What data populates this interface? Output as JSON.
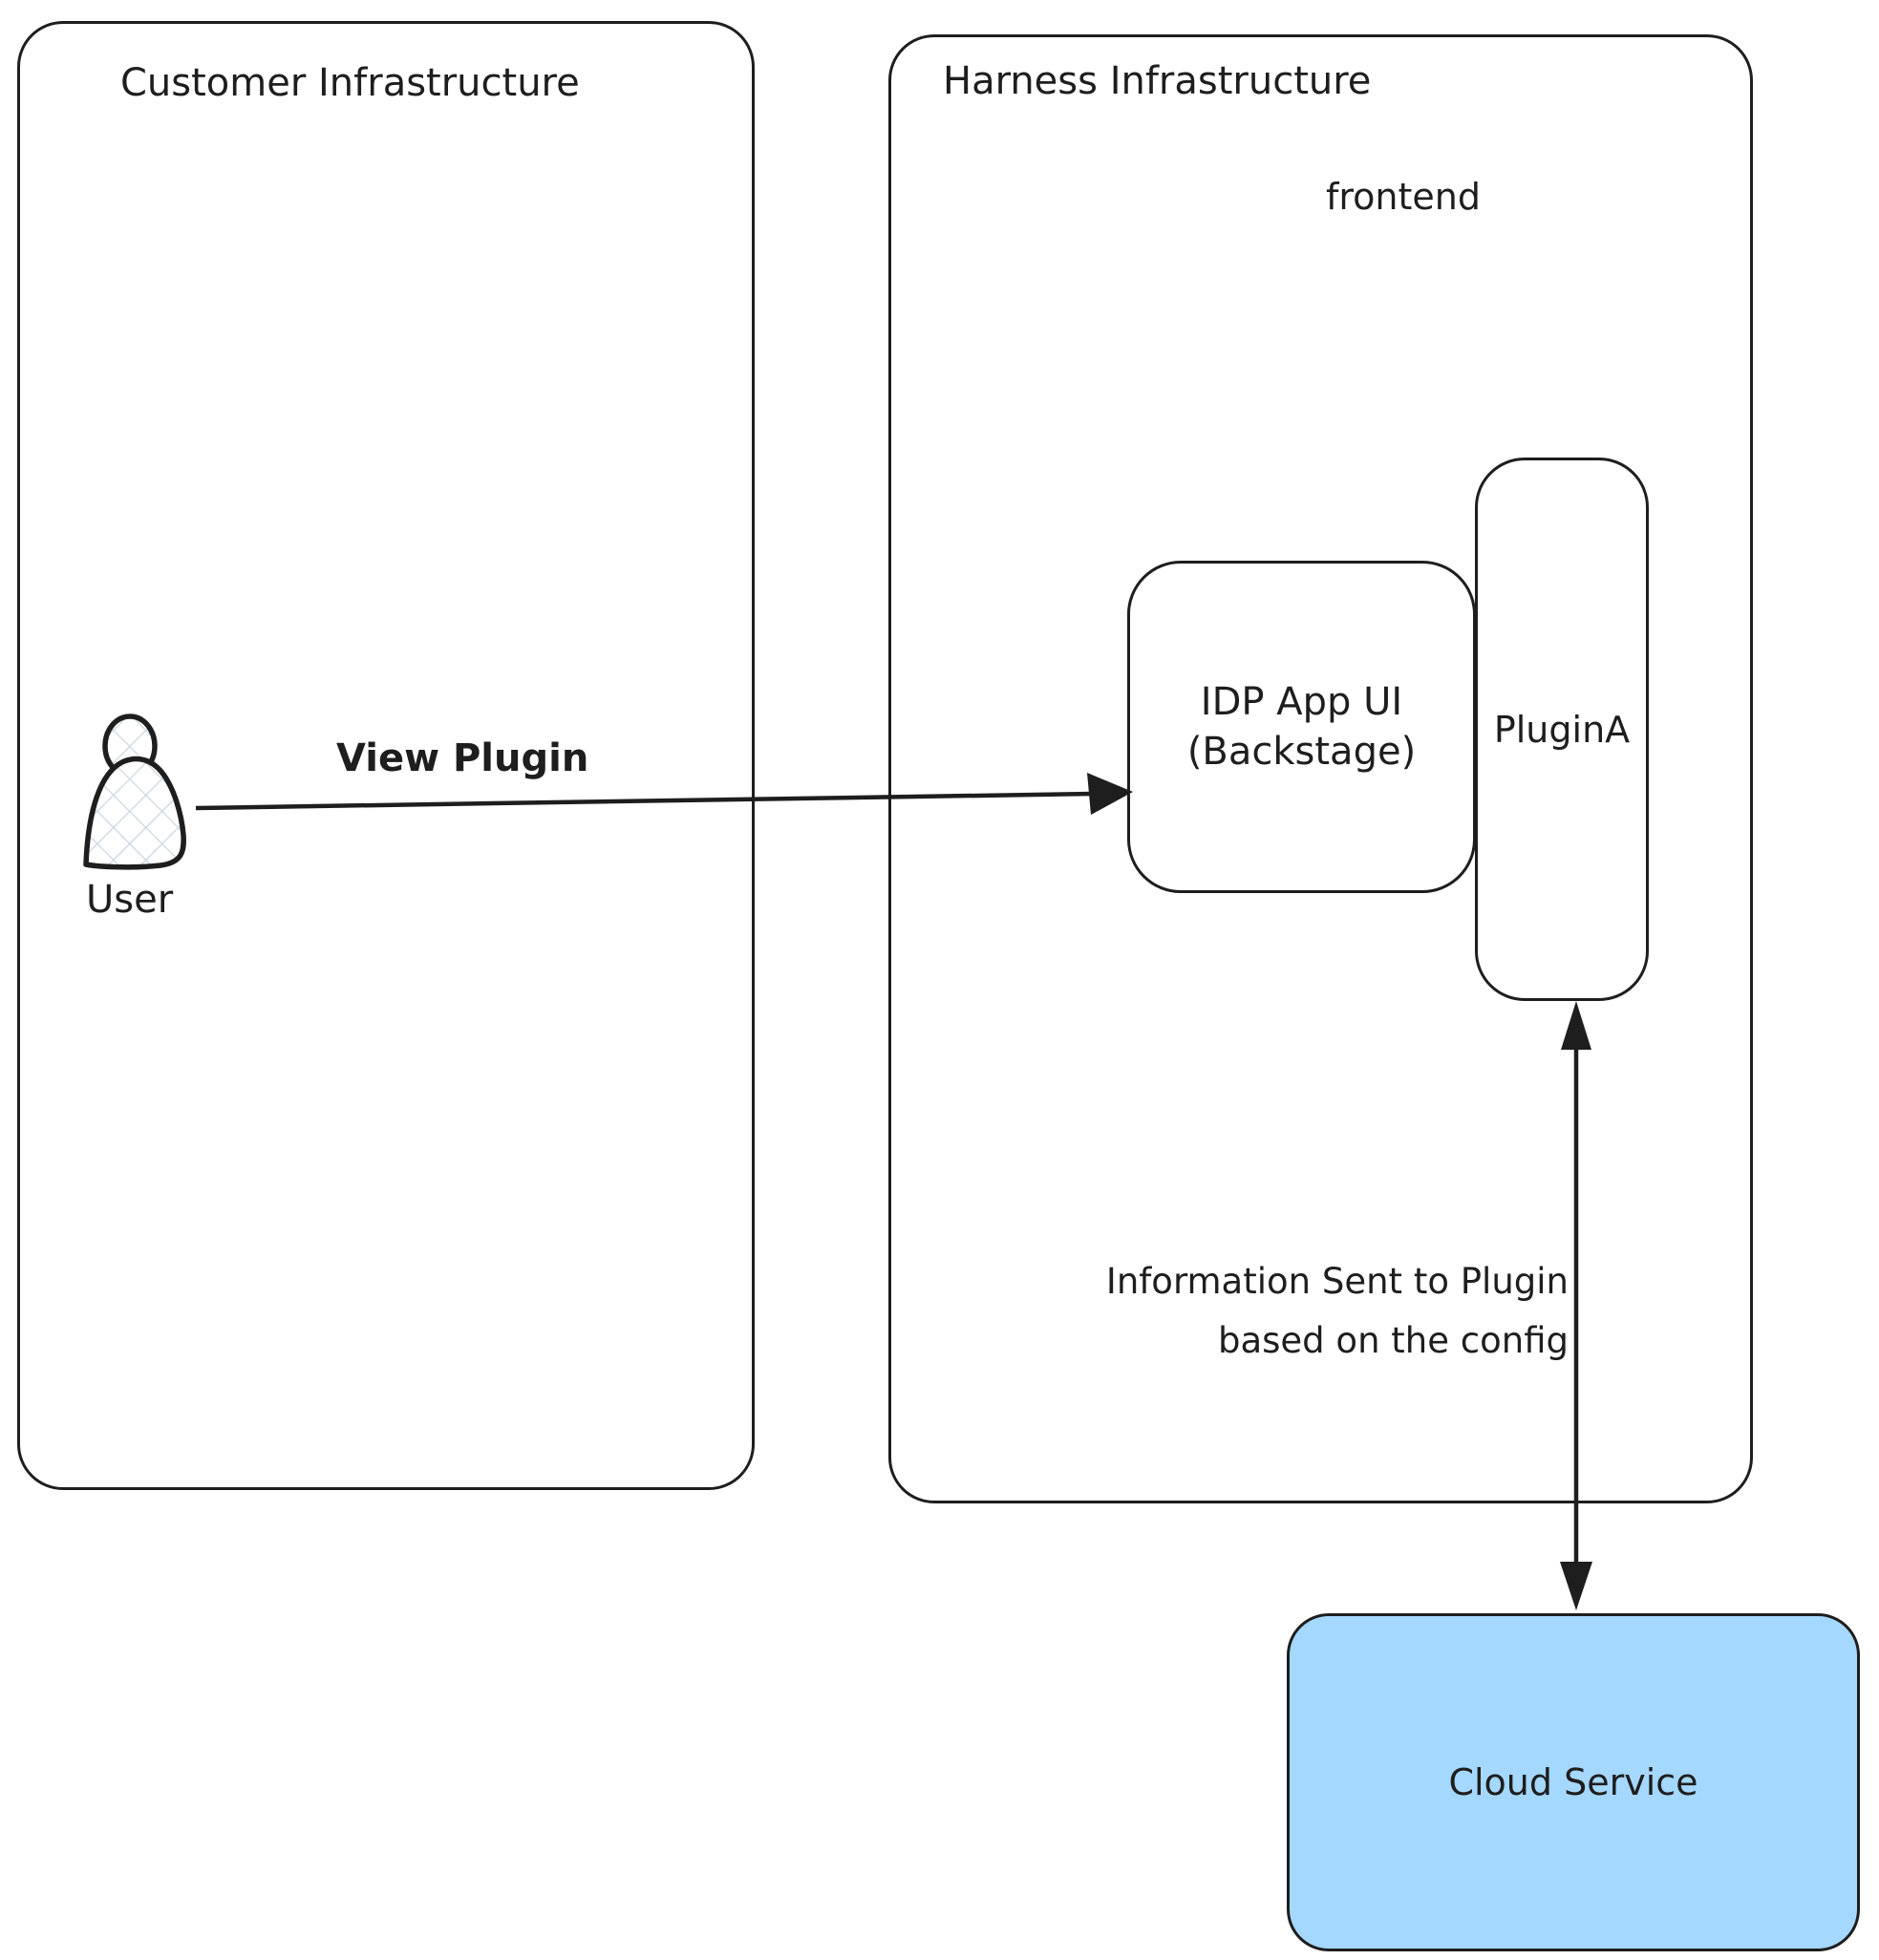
{
  "customer_box": {
    "title": "Customer Infrastructure"
  },
  "harness_box": {
    "title": "Harness Infrastructure",
    "sublabel": "frontend"
  },
  "idp_box": {
    "line1": "IDP App UI",
    "line2": "(Backstage)"
  },
  "plugin_box": {
    "label": "PluginA"
  },
  "cloud_box": {
    "label": "Cloud Service"
  },
  "user": {
    "label": "User"
  },
  "arrows": {
    "view_plugin": {
      "label": "View Plugin"
    },
    "info": {
      "line1": "Information Sent to Plugin",
      "line2": "based on the config"
    }
  },
  "colors": {
    "stroke": "#1e1e1e",
    "cloud_fill": "#a5d8ff",
    "hatch_line": "#ccd6e2",
    "background": "#ffffff"
  }
}
